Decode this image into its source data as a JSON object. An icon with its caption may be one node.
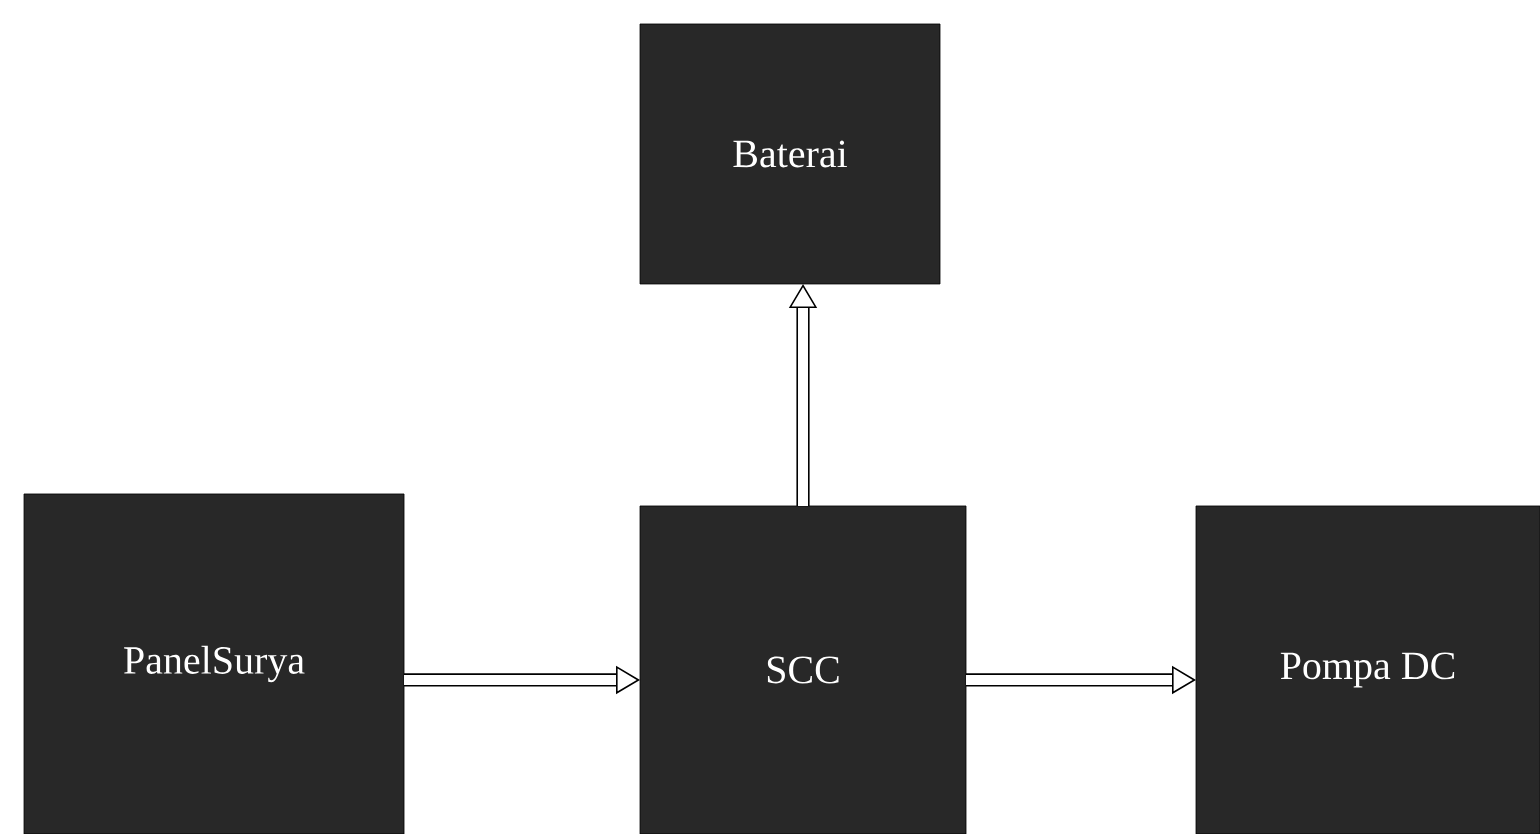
{
  "diagram": {
    "nodes": [
      {
        "text": [
          "Baterai"
        ]
      },
      {
        "text": [
          "PanelSurya"
        ]
      },
      {
        "text": [
          "SCC"
        ]
      },
      {
        "text": [
          "Pompa DC"
        ]
      }
    ],
    "edges": [
      {
        "from": 1,
        "to": 2,
        "arrow": "to"
      },
      {
        "from": 2,
        "to": 3,
        "arrow": "to"
      },
      {
        "from": 2,
        "to": 0,
        "arrow": "to"
      }
    ]
  }
}
